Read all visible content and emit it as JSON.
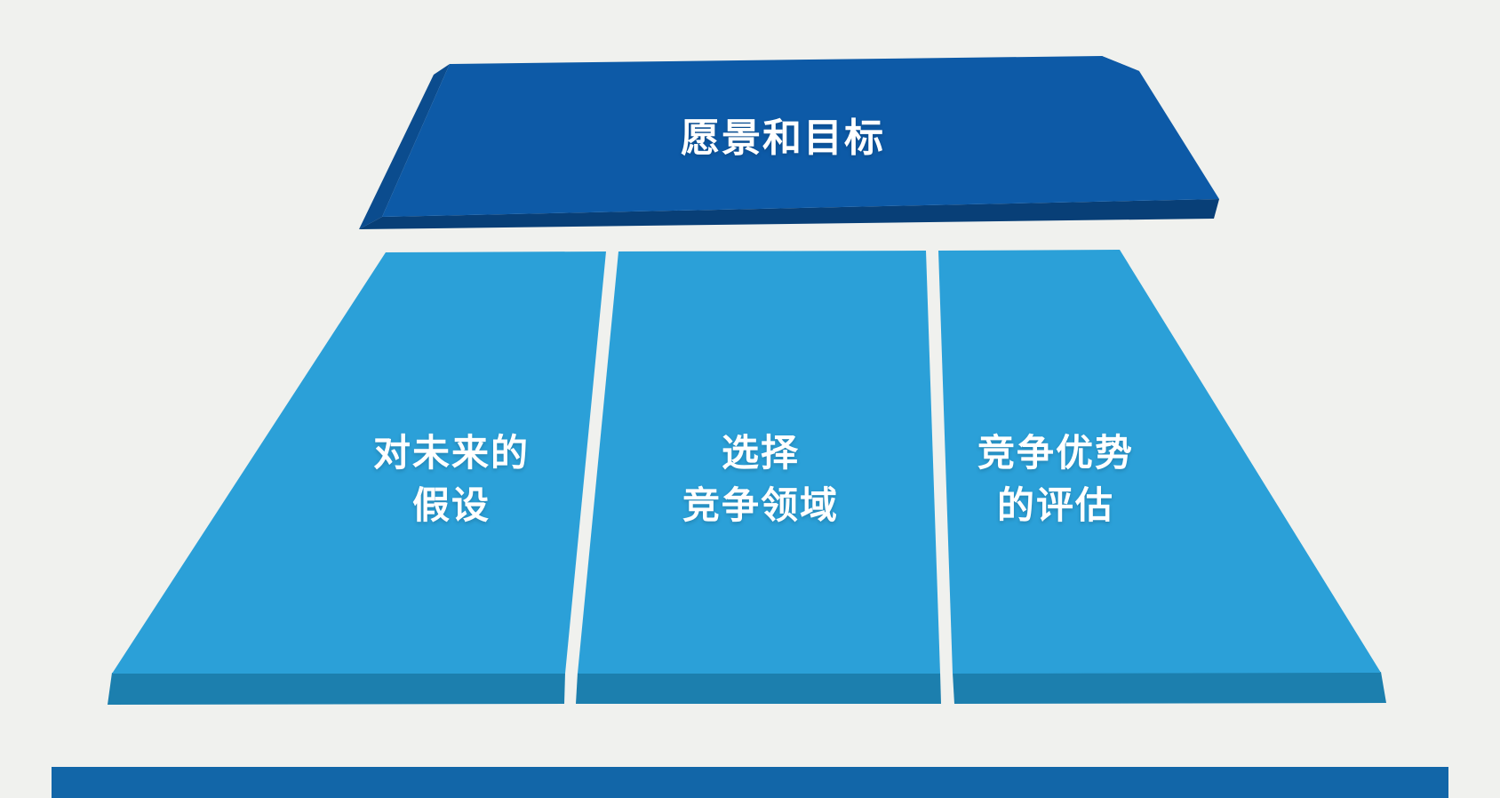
{
  "colors": {
    "background": "#f0f1ee",
    "slab_face": "#0d5aa7",
    "slab_bevel_bottom": "#083f77",
    "slab_bevel_side": "#0b4c8e",
    "slab_bevel_corner": "#0a4a8c",
    "panel_face": "#2ba0d8",
    "panel_edge": "#1c7fae",
    "footer_bar": "#1266a8",
    "label_text": "#ffffff"
  },
  "diagram": {
    "title": "愿景和目标",
    "panels": [
      {
        "label": "对未来的\n假设"
      },
      {
        "label": "选择\n竞争领域"
      },
      {
        "label": "竞争优势\n的评估"
      }
    ]
  }
}
